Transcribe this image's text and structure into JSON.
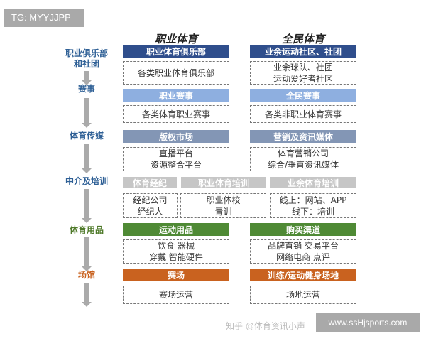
{
  "badge": "TG: MYYJJPP",
  "site": "www.ssHjsports.com",
  "watermark": "知乎 @体育资讯小声",
  "columns": [
    "职业体育",
    "全民体育"
  ],
  "stages": [
    "职业俱乐部\n和社团",
    "赛事",
    "体育传媒",
    "中介及培训",
    "体育用品",
    "场馆"
  ],
  "colors": {
    "club": "#2f4e8c",
    "event": "#8eafe0",
    "media": "#8396b5",
    "agency": "#c6c6c6",
    "goods": "#4f8a35",
    "venue": "#c9621f",
    "stage_blue": "#2f6096",
    "stage_green": "#4f7a2a",
    "stage_orange": "#c9621f"
  },
  "rows": {
    "club": {
      "left_header": "职业体育俱乐部",
      "left_box": [
        "各类职业体育俱乐部"
      ],
      "right_header": "业余运动社区、社团",
      "right_box": [
        "业余球队、社团",
        "运动爱好者社区"
      ]
    },
    "event": {
      "left_header": "职业赛事",
      "left_box": [
        "各类体育职业赛事"
      ],
      "right_header": "全民赛事",
      "right_box": [
        "各类非职业体育赛事"
      ]
    },
    "media": {
      "left_header": "版权市场",
      "left_box": [
        "直播平台",
        "资源整合平台"
      ],
      "right_header": "营销及资讯媒体",
      "right_box": [
        "体育营销公司",
        "综合/垂直资讯媒体"
      ]
    },
    "agency": {
      "headers": [
        "体育经纪",
        "职业体育培训",
        "业余体育培训"
      ],
      "boxes": [
        [
          "经纪公司",
          "经纪人"
        ],
        [
          "职业体校",
          "青训"
        ],
        [
          "线上：网站、APP",
          "线下：培训"
        ]
      ]
    },
    "goods": {
      "left_header": "运动用品",
      "left_box": [
        "饮食 器械",
        "穿戴 智能硬件"
      ],
      "right_header": "购买渠道",
      "right_box": [
        "品牌直销 交易平台",
        "网络电商 点评"
      ]
    },
    "venue": {
      "left_header": "赛场",
      "left_box": [
        "赛场运营"
      ],
      "right_header": "训练/运动健身场地",
      "right_box": [
        "场地运营"
      ]
    }
  }
}
